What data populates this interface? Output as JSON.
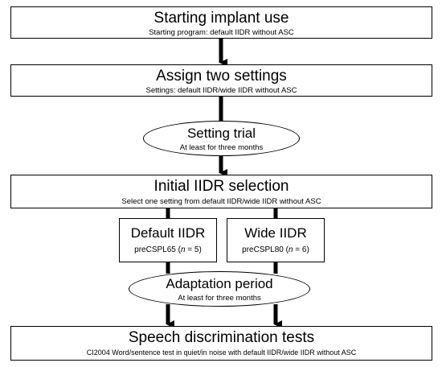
{
  "nodes": {
    "start": {
      "title": "Starting implant use",
      "sub": "Starting program: default IIDR without ASC"
    },
    "assign": {
      "title": "Assign two settings",
      "sub": "Settings: default IIDR/wide IIDR without ASC"
    },
    "trial": {
      "title": "Setting trial",
      "sub": "At least for three months"
    },
    "selection": {
      "title": "Initial IIDR selection",
      "sub": "Select one setting from default IIDR/wide IIDR without ASC"
    },
    "default_iidr": {
      "title": "Default IIDR",
      "program": "preCSPL65",
      "n_label": "n",
      "n_value": " = 5"
    },
    "wide_iidr": {
      "title": "Wide IIDR",
      "program": "preCSPL80",
      "n_label": "n",
      "n_value": " = 6"
    },
    "adaptation": {
      "title": "Adaptation period",
      "sub": "At least for three months"
    },
    "tests": {
      "title": "Speech discrimination tests",
      "sub": "CI2004 Word/sentence test in quiet/in noise with default IIDR/wide IIDR without ASC"
    }
  }
}
